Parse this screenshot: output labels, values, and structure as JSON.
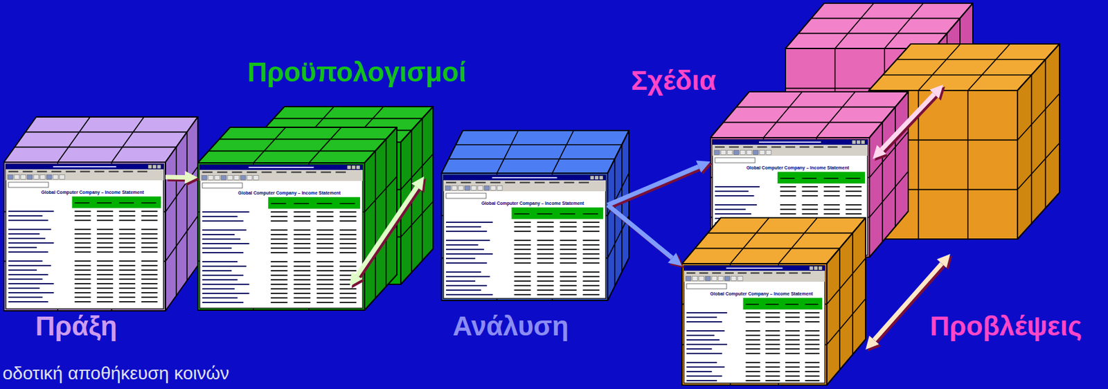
{
  "diagram": {
    "nodes": [
      {
        "text": [
          "Πράξη"
        ]
      },
      {
        "text": [
          "Προϋπολογισμοί"
        ]
      },
      {
        "text": [
          "Ανάλυση"
        ]
      },
      {
        "text": [
          "Σχέδια"
        ]
      },
      {
        "text": [
          "Προβλέψεις"
        ]
      }
    ],
    "edges": [
      {
        "from": 0,
        "to": 1,
        "arrow": "to"
      },
      {
        "from": 2,
        "to": 3,
        "arrow": "to"
      },
      {
        "from": 2,
        "to": 4,
        "arrow": "to"
      }
    ],
    "labels": [
      "Global Computer Company – Income Statement",
      "Global Computer Company – Income Statement",
      "Global Computer Company – Income Statement",
      "Global Computer Company – Income Statement",
      "Global Computer Company – Income Statement",
      "οδοτική αποθήκευση κοινών"
    ]
  }
}
